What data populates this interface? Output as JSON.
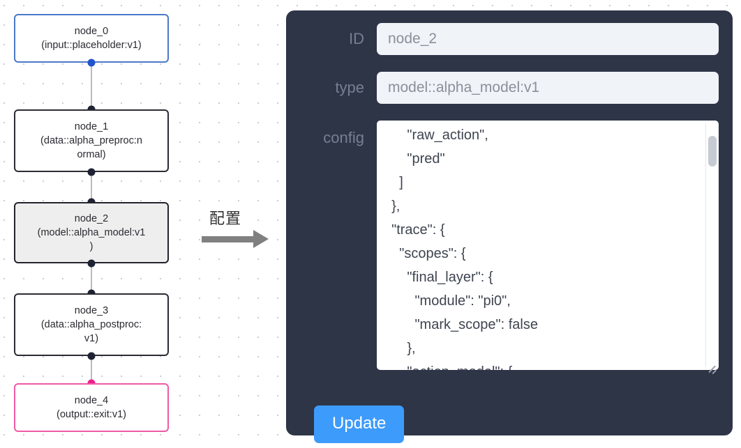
{
  "graph": {
    "nodes": [
      {
        "id": "node_0",
        "label": "node_0\n(input::placeholder:v1)",
        "state": "blue"
      },
      {
        "id": "node_1",
        "label": "node_1\n(data::alpha_preproc:n\normal)",
        "state": "default"
      },
      {
        "id": "node_2",
        "label": "node_2\n(model::alpha_model:v1\n)",
        "state": "selected"
      },
      {
        "id": "node_3",
        "label": "node_3\n(data::alpha_postproc:\nv1)",
        "state": "default"
      },
      {
        "id": "node_4",
        "label": "node_4\n(output::exit:v1)",
        "state": "pink"
      }
    ],
    "accent_blue": "#2255cc",
    "accent_pink": "#ef1f8a",
    "edge_color": "#b9bcc2"
  },
  "transition": {
    "label": "配置",
    "arrow_color": "#808080"
  },
  "panel": {
    "background": "#2e3547",
    "fields": [
      {
        "name": "id",
        "label": "ID",
        "value": "node_2"
      },
      {
        "name": "type",
        "label": "type",
        "value": "model::alpha_model:v1"
      }
    ],
    "config": {
      "label": "config",
      "value": "      \"raw_action\",\n      \"pred\"\n    ]\n  },\n  \"trace\": {\n    \"scopes\": {\n      \"final_layer\": {\n        \"module\": \"pi0\",\n        \"mark_scope\": false\n      },\n      \"action_model\": {"
    },
    "update_button": {
      "label": "Update",
      "color": "#3d9bfb"
    }
  }
}
